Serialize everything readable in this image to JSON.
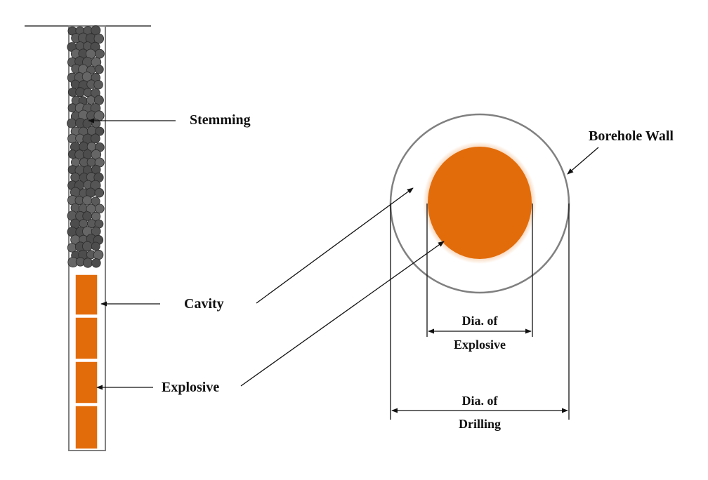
{
  "labels": {
    "stemming": "Stemming",
    "cavity": "Cavity",
    "explosive": "Explosive",
    "borehole_wall": "Borehole Wall",
    "dia_explosive_line1": "Dia. of",
    "dia_explosive_line2": "Explosive",
    "dia_drilling_line1": "Dia. of",
    "dia_drilling_line2": "Drilling"
  },
  "colors": {
    "explosive": "#E36C0A",
    "stemming": "#555555",
    "borehole_wall": "#808080",
    "line": "#111111"
  }
}
